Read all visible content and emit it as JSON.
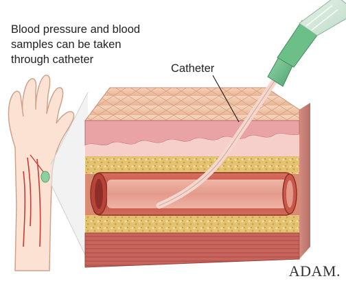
{
  "caption": {
    "line1": "Blood pressure and blood",
    "line2": "samples can be taken",
    "line3": "through catheter"
  },
  "labels": {
    "catheter": "Catheter"
  },
  "brand": {
    "logo_text": "ADAM."
  },
  "colors": {
    "skin_top": "#f1c6a6",
    "dermis": "#f2b8b5",
    "fat": "#e5c77a",
    "vessel": "#cf5e50",
    "vessel_lumen": "#e8a497",
    "muscle": "#c0605a",
    "needle_hub": "#7fc79a",
    "catheter": "#f3d2c8"
  }
}
